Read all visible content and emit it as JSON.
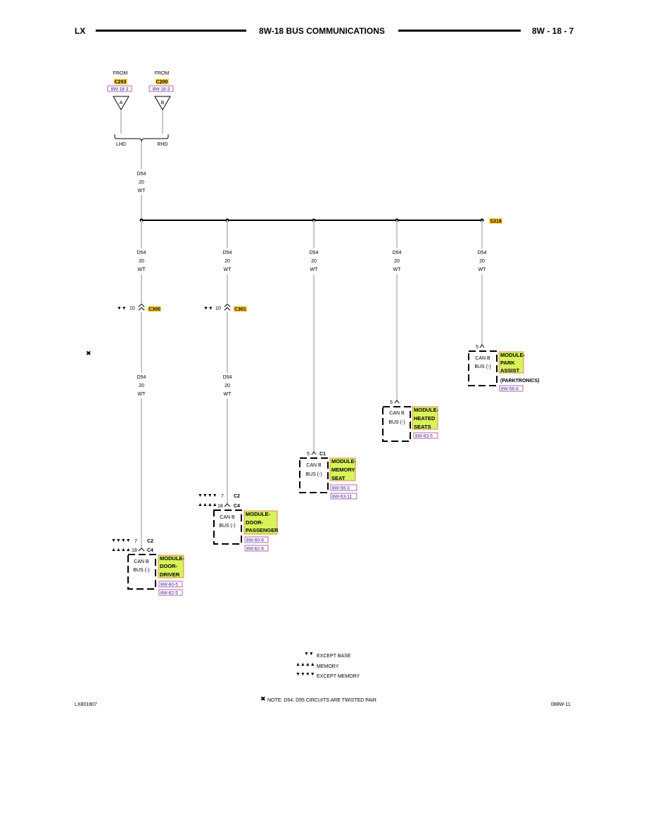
{
  "header": {
    "left": "LX",
    "center": "8W-18 BUS COMMUNICATIONS",
    "right": "8W - 18 - 7"
  },
  "sources": [
    {
      "from": "FROM",
      "connector": "C203",
      "ref": "8W-18-3",
      "letter": "A"
    },
    {
      "from": "FROM",
      "connector": "C200",
      "ref": "8W-18-3",
      "letter": "B"
    }
  ],
  "drive": {
    "left": "LHD",
    "right": "RHD"
  },
  "wire": {
    "circuit": "D54",
    "gauge": "20",
    "color": "WT"
  },
  "splice": "S318",
  "inline_connectors": [
    {
      "symbol": "▼▼",
      "pin": "10",
      "name": "C300"
    },
    {
      "symbol": "▼▼",
      "pin": "10",
      "name": "C301"
    }
  ],
  "twisted_mark": "✖",
  "modules": {
    "driver": {
      "line1": "CAN B",
      "line2": "BUS (-)",
      "label": [
        "MODULE-",
        "DOOR-",
        "DRIVER"
      ],
      "refs": [
        "8W-60-5",
        "8W-62-5"
      ],
      "pins": [
        {
          "sym": "▼▼▼▼",
          "pin": "7",
          "conn": "C2"
        },
        {
          "sym": "▲▲▲▲",
          "pin": "18",
          "conn": "C4"
        }
      ]
    },
    "passenger": {
      "line1": "CAN B",
      "line2": "BUS (-)",
      "label": [
        "MODULE-",
        "DOOR-",
        "PASSENGER"
      ],
      "refs": [
        "8W-60-6",
        "8W-62-6"
      ],
      "pins": [
        {
          "sym": "▼▼▼▼",
          "pin": "7",
          "conn": "C2"
        },
        {
          "sym": "▲▲▲▲",
          "pin": "18",
          "conn": "C4"
        }
      ]
    },
    "memory": {
      "line1": "CAN B",
      "line2": "BUS (-)",
      "label": [
        "MODULE-",
        "MEMORY",
        "SEAT"
      ],
      "refs": [
        "8W-56-3",
        "8W-63-11"
      ],
      "pin": "5",
      "conn": "C1"
    },
    "heated": {
      "line1": "CAN B",
      "line2": "BUS (-)",
      "label": [
        "MODULE-",
        "HEATED",
        "SEATS"
      ],
      "refs": [
        "8W-63-5"
      ],
      "pin": "5"
    },
    "park": {
      "line1": "CAN B",
      "line2": "BUS (-)",
      "label": [
        "MODULE-",
        "PARK",
        "ASSIST"
      ],
      "sub": "(PARKTRONICS)",
      "refs": [
        "8W-56-6"
      ],
      "pin": "5"
    }
  },
  "legend": [
    {
      "symbol": "▼▼",
      "text": "EXCEPT BASE"
    },
    {
      "symbol": "▲▲▲▲",
      "text": "MEMORY"
    },
    {
      "symbol": "▼▼▼▼",
      "text": "EXCEPT MEMORY"
    }
  ],
  "note": {
    "symbol": "✖",
    "text": "NOTE:  D54, D55    CIRCUITS ARE TWISTED PAIR"
  },
  "footer": {
    "left": "LX801807",
    "right": "088W-11"
  }
}
